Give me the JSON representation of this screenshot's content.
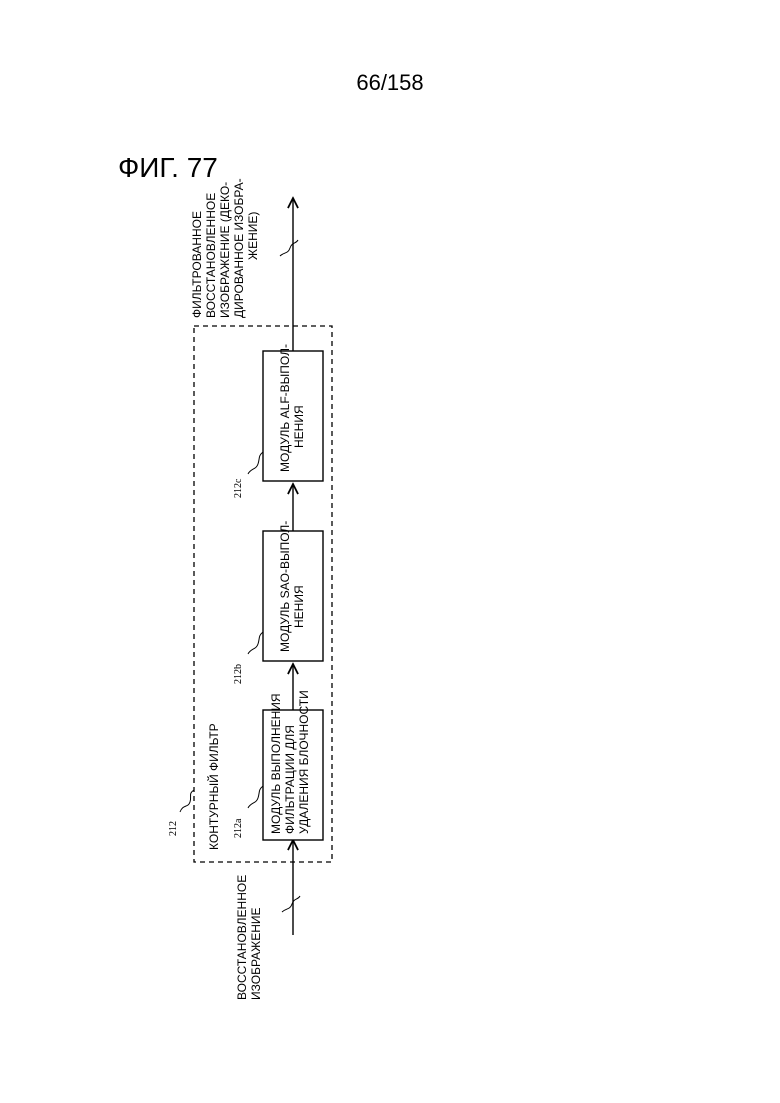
{
  "page_number": "66/158",
  "figure_title": "ФИГ. 77",
  "loop_filter": {
    "ref": "212",
    "label": "КОНТУРНЫЙ ФИЛЬТР"
  },
  "input": {
    "lines": [
      "ВОССТАНОВЛЕННОЕ",
      "ИЗОБРАЖЕНИЕ"
    ]
  },
  "output": {
    "lines": [
      "ФИЛЬТРОВАННОЕ",
      "ВОССТАНОВЛЕННОЕ",
      "ИЗОБРАЖЕНИЕ (ДЕКО-",
      "ДИРОВАННОЕ ИЗОБРА-",
      "ЖЕНИЕ)"
    ]
  },
  "modules": [
    {
      "ref": "212a",
      "lines": [
        "МОДУЛЬ ВЫПОЛНЕНИЯ",
        "ФИЛЬТРАЦИИ ДЛЯ",
        "УДАЛЕНИЯ БЛОЧНОСТИ"
      ]
    },
    {
      "ref": "212b",
      "lines": [
        "МОДУЛЬ SAO-ВЫПОЛ-",
        "НЕНИЯ"
      ]
    },
    {
      "ref": "212c",
      "lines": [
        "МОДУЛЬ ALF-ВЫПОЛ-",
        "НЕНИЯ"
      ]
    }
  ]
}
